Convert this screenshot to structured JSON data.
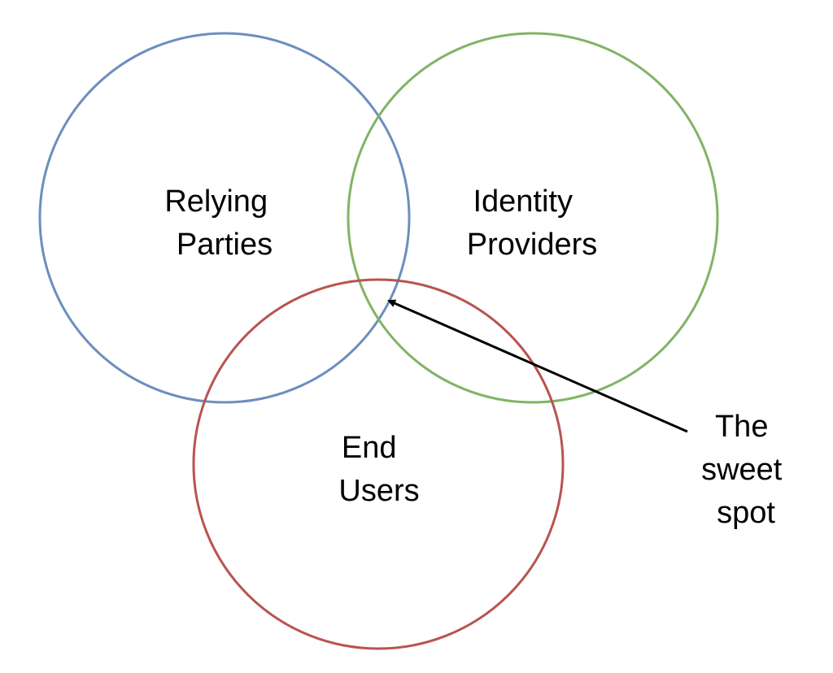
{
  "diagram": {
    "circles": [
      {
        "id": "relying-parties",
        "lines": [
          "Relying",
          "Parties"
        ],
        "color": "#6c8ebf"
      },
      {
        "id": "identity-providers",
        "lines": [
          "Identity",
          "Providers"
        ],
        "color": "#82b366"
      },
      {
        "id": "end-users",
        "lines": [
          "End",
          "Users"
        ],
        "color": "#b85450"
      }
    ],
    "callout": {
      "lines": [
        "The",
        "sweet",
        "spot"
      ],
      "arrow_color": "#000000"
    }
  }
}
